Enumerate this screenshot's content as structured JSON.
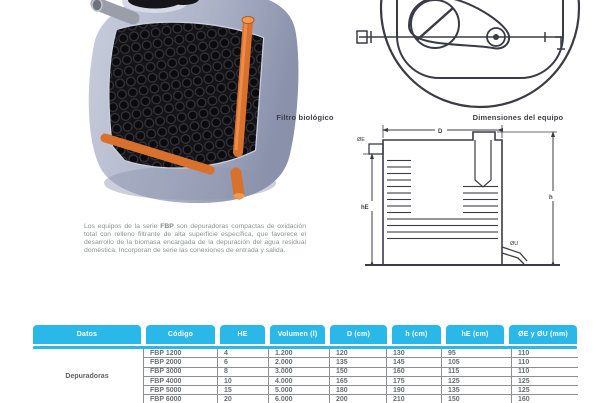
{
  "captions": {
    "left": "Filtro biológico",
    "right": "Dimensiones del equipo"
  },
  "description": {
    "before": "Los equipos de la serie ",
    "product": "FBP",
    "after": " son depuradoras compactas de oxidación total con relleno filtrante de alta superficie específica, que favorece el desarrollo de la biomasa encargada de la depuración del agua residual doméstica. Incorporan de serie las conexiones de entrada y salida."
  },
  "diagram": {
    "d_label": "D",
    "h_label": "h",
    "he_label": "hE",
    "oe_label": "ØE",
    "ou_label": "ØU"
  },
  "table": {
    "headers": [
      "Datos",
      "Código",
      "HE",
      "Volumen (l)",
      "D (cm)",
      "h (cm)",
      "hE (cm)",
      "ØE y ØU (mm)"
    ],
    "group_label": "Depuradoras",
    "rows": [
      {
        "codigo": "FBP 1200",
        "he": "4",
        "volumen": "1.200",
        "d": "120",
        "h": "130",
        "he_cm": "95",
        "diam": "110"
      },
      {
        "codigo": "FBP 2000",
        "he": "6",
        "volumen": "2.000",
        "d": "135",
        "h": "145",
        "he_cm": "105",
        "diam": "110"
      },
      {
        "codigo": "FBP 3000",
        "he": "8",
        "volumen": "3.000",
        "d": "150",
        "h": "160",
        "he_cm": "115",
        "diam": "110"
      },
      {
        "codigo": "FBP 4000",
        "he": "10",
        "volumen": "4.000",
        "d": "165",
        "h": "175",
        "he_cm": "125",
        "diam": "125"
      },
      {
        "codigo": "FBP 5000",
        "he": "15",
        "volumen": "5.000",
        "d": "180",
        "h": "190",
        "he_cm": "135",
        "diam": "125"
      },
      {
        "codigo": "FBP 6000",
        "he": "20",
        "volumen": "6.000",
        "d": "200",
        "h": "210",
        "he_cm": "150",
        "diam": "160"
      }
    ]
  },
  "colors": {
    "accent": "#29b8e8",
    "drawing_line": "#3b3b46",
    "grid_line": "#8d8e92",
    "caption_ink": "#3f3f4a",
    "paragraph_ink": "#8b948f",
    "cell_ink": "#6a6e71",
    "pipe_orange": "#d9702c",
    "tank_gray": "#aeb4c8"
  }
}
